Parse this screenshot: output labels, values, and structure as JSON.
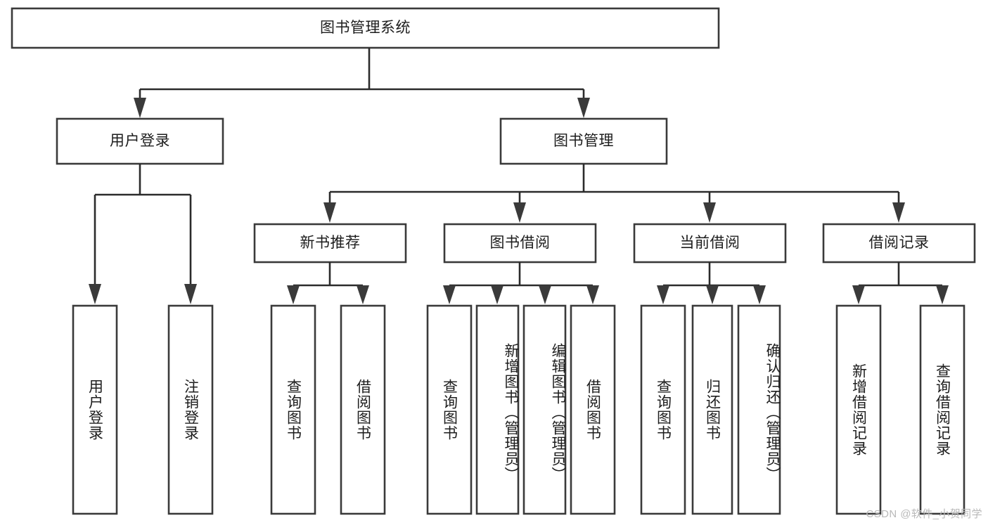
{
  "diagram": {
    "title": "图书管理系统",
    "type": "tree",
    "watermark": "CSDN @软件_小贺同学",
    "colors": {
      "box_fill": "#ffffff",
      "box_stroke": "#3a3a3a",
      "connector": "#2b2b2b",
      "text": "#1d1d1d",
      "watermark": "#b9b9b9",
      "background": "#ffffff"
    },
    "levels": {
      "root": {
        "label": "图书管理系统",
        "orientation": "horizontal"
      },
      "level1": [
        {
          "label": "用户登录",
          "orientation": "horizontal"
        },
        {
          "label": "图书管理",
          "orientation": "horizontal"
        }
      ],
      "level2": [
        {
          "label": "新书推荐",
          "orientation": "horizontal",
          "parent": "图书管理"
        },
        {
          "label": "图书借阅",
          "orientation": "horizontal",
          "parent": "图书管理"
        },
        {
          "label": "当前借阅",
          "orientation": "horizontal",
          "parent": "图书管理"
        },
        {
          "label": "借阅记录",
          "orientation": "horizontal",
          "parent": "图书管理"
        }
      ],
      "leaves": [
        {
          "label": "用户登录",
          "orientation": "vertical",
          "parent": "用户登录"
        },
        {
          "label": "注销登录",
          "orientation": "vertical",
          "parent": "用户登录"
        },
        {
          "label": "查询图书",
          "orientation": "vertical",
          "parent": "新书推荐"
        },
        {
          "label": "借阅图书",
          "orientation": "vertical",
          "parent": "新书推荐"
        },
        {
          "label": "查询图书",
          "orientation": "vertical",
          "parent": "图书借阅"
        },
        {
          "label": "新增图书（管理员）",
          "orientation": "vertical",
          "parent": "图书借阅"
        },
        {
          "label": "编辑图书（管理员）",
          "orientation": "vertical",
          "parent": "图书借阅"
        },
        {
          "label": "借阅图书",
          "orientation": "vertical",
          "parent": "图书借阅"
        },
        {
          "label": "查询图书",
          "orientation": "vertical",
          "parent": "当前借阅"
        },
        {
          "label": "归还图书",
          "orientation": "vertical",
          "parent": "当前借阅"
        },
        {
          "label": "确认归还（管理员）",
          "orientation": "vertical",
          "parent": "当前借阅"
        },
        {
          "label": "新增借阅记录",
          "orientation": "vertical",
          "parent": "借阅记录"
        },
        {
          "label": "查询借阅记录",
          "orientation": "vertical",
          "parent": "借阅记录"
        }
      ]
    }
  }
}
